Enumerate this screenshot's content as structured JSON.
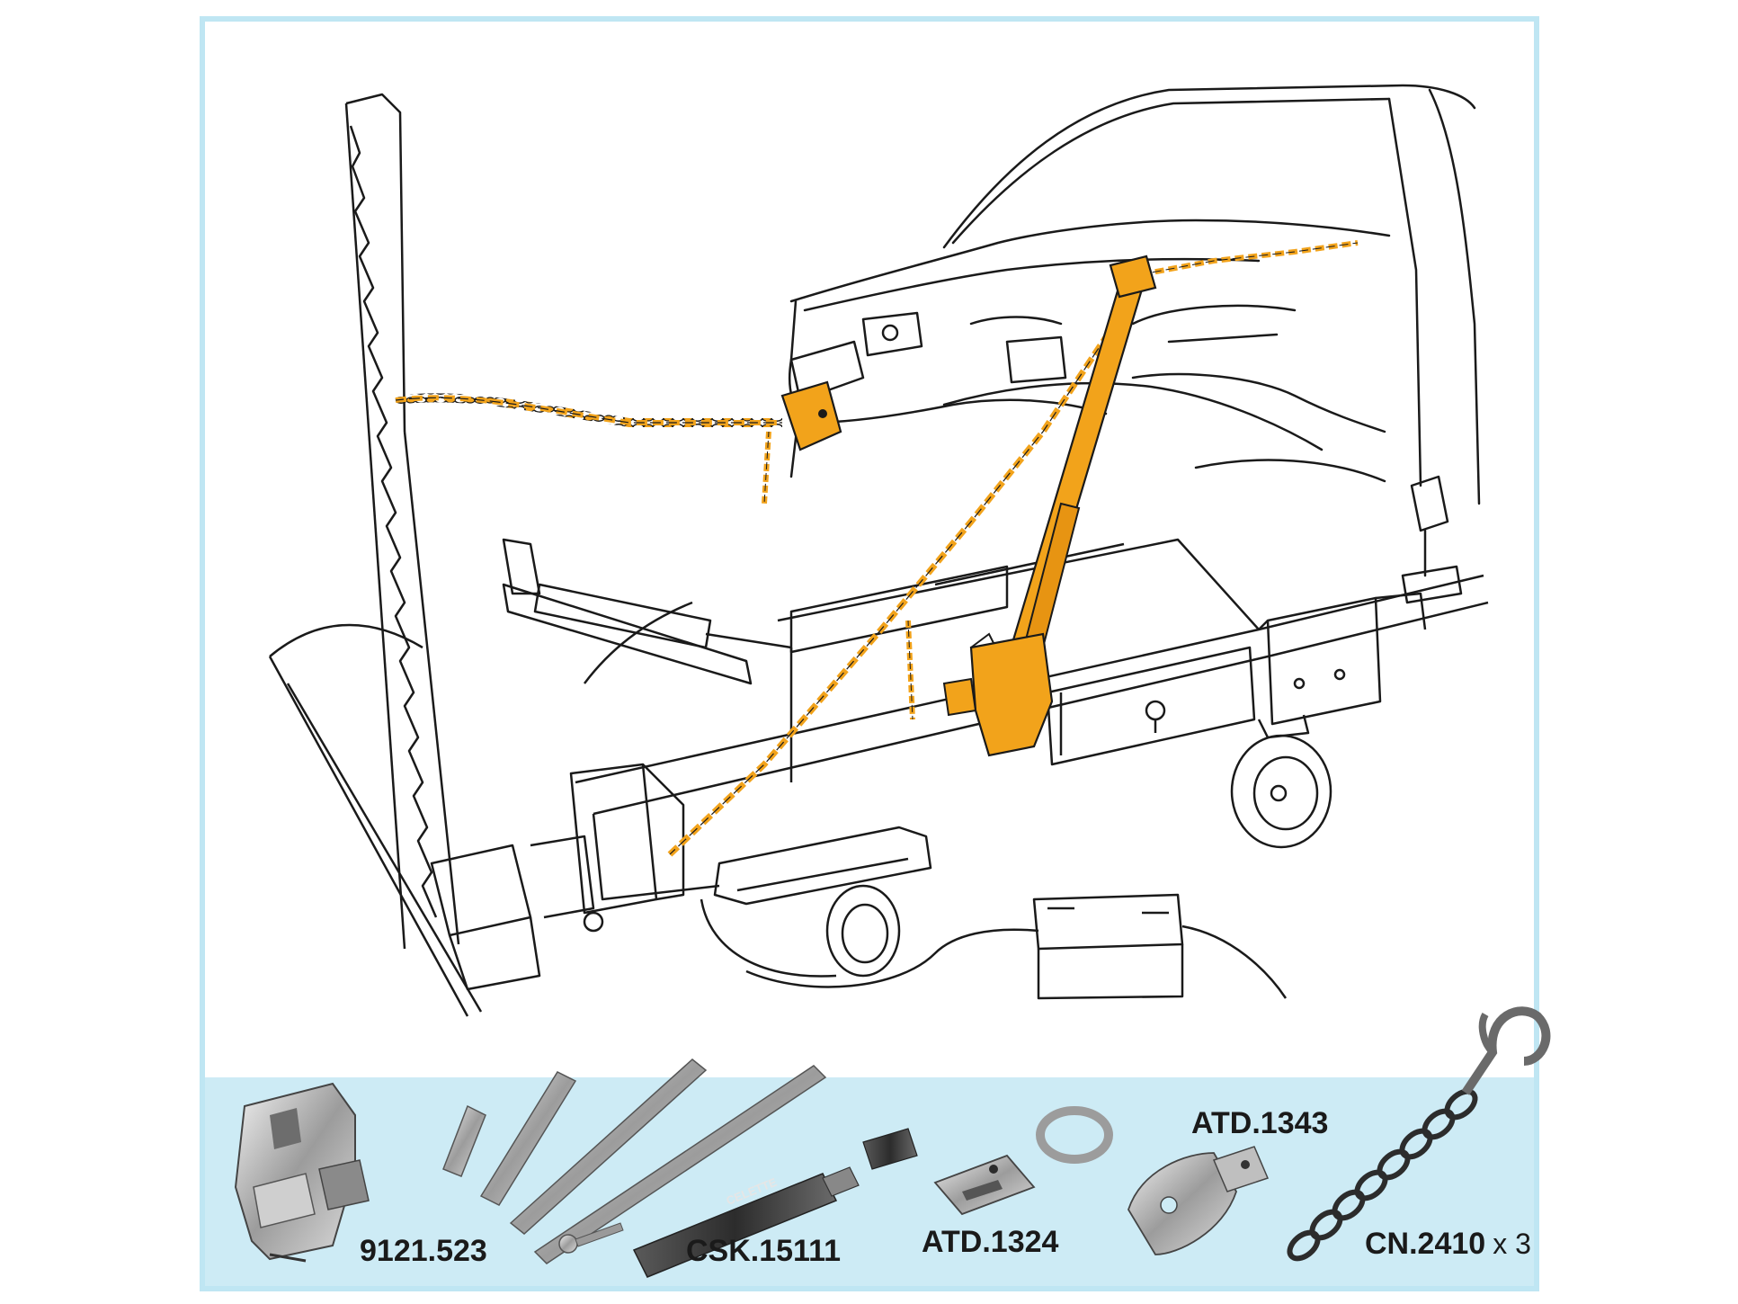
{
  "colors": {
    "frame_border": "#bfe6f3",
    "parts_band": "#cdebf5",
    "line_art": "#1a1a1a",
    "highlight_orange": "#f2a31b",
    "metal_gray": "#a9a9a9"
  },
  "illustration": {
    "subject": "vehicle on bench straightening system with pulling tower, chains and hydraulic ram",
    "highlight_color_name": "orange"
  },
  "parts": [
    {
      "code": "9121.523",
      "qty": "",
      "icon": "clamp-anchor-icon"
    },
    {
      "code": "CSK.15111",
      "qty": "",
      "icon": "hydraulic-ram-kit-icon",
      "brand": "CELETTE"
    },
    {
      "code": "ATD.1324",
      "qty": "",
      "icon": "pull-clamp-ring-icon"
    },
    {
      "code": "ATD.1343",
      "qty": "",
      "icon": "pull-plate-icon"
    },
    {
      "code": "CN.2410",
      "qty": "x 3",
      "icon": "chain-hook-icon"
    }
  ]
}
